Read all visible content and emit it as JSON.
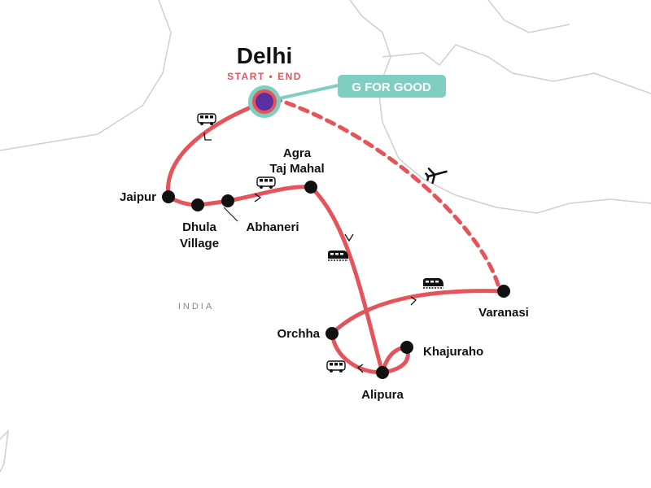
{
  "colors": {
    "route": "#e4545a",
    "node": "#111111",
    "start_node": "#5b2fa0",
    "badge": "#7ecfc1",
    "border": "#cfcfcf"
  },
  "country_label": "INDIA",
  "start": {
    "name": "Delhi",
    "subtitle": "START • END"
  },
  "badge": {
    "label": "G FOR GOOD"
  },
  "cities": {
    "jaipur": "Jaipur",
    "dhula_1": "Dhula",
    "dhula_2": "Village",
    "abhaneri": "Abhaneri",
    "agra_1": "Agra",
    "agra_2": "Taj Mahal",
    "varanasi": "Varanasi",
    "orchha": "Orchha",
    "khajuraho": "Khajuraho",
    "alipura": "Alipura"
  },
  "transport_icons": [
    "bus-icon",
    "bus-icon",
    "train-icon",
    "train-icon",
    "bus-icon",
    "plane-icon"
  ]
}
